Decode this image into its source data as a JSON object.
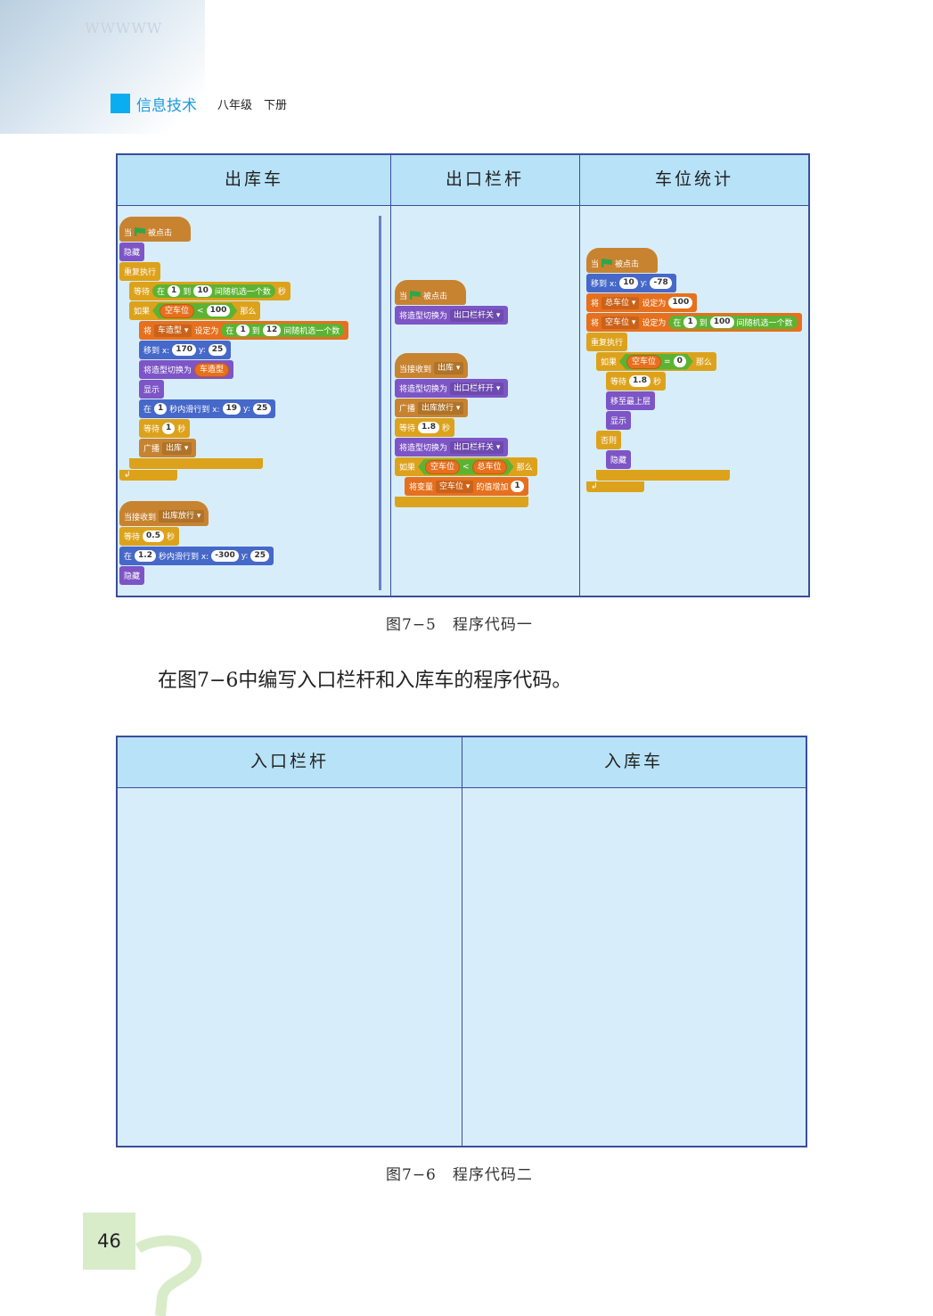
{
  "header": {
    "title": "信息技术",
    "subtitle": "八年级　下册",
    "banner_text": "WWWWW"
  },
  "figure1": {
    "headers": [
      "出库车",
      "出口栏杆",
      "车位统计"
    ],
    "caption": "图7−5　程序代码一",
    "columns": [
      [
        {
          "blocks": [
            {
              "c": "events",
              "hat": true,
              "i": 0,
              "p": [
                "当",
                {
                  "flag": true
                },
                "被点击"
              ]
            },
            {
              "c": "looks",
              "i": 0,
              "p": [
                "隐藏"
              ]
            },
            {
              "c": "control",
              "i": 0,
              "p": [
                "重复执行"
              ]
            },
            {
              "c": "control",
              "i": 1,
              "p": [
                "等待",
                {
                  "g": [
                    "在",
                    {
                      "n": "1"
                    },
                    "到",
                    {
                      "n": "10"
                    },
                    "间随机选一个数"
                  ]
                },
                "秒"
              ]
            },
            {
              "c": "control",
              "i": 1,
              "p": [
                "如果",
                {
                  "b": [
                    {
                      "v": "空车位"
                    },
                    "<",
                    {
                      "n": "100"
                    }
                  ]
                },
                "那么"
              ]
            },
            {
              "c": "data",
              "i": 2,
              "p": [
                "将",
                {
                  "d": "车造型"
                },
                "设定为",
                {
                  "g": [
                    "在",
                    {
                      "n": "1"
                    },
                    "到",
                    {
                      "n": "12"
                    },
                    "间随机选一个数"
                  ]
                }
              ]
            },
            {
              "c": "motion",
              "i": 2,
              "p": [
                "移到 x:",
                {
                  "n": "170"
                },
                "y:",
                {
                  "n": "25"
                }
              ]
            },
            {
              "c": "looks",
              "i": 2,
              "p": [
                "将造型切换为",
                {
                  "v": "车造型"
                }
              ]
            },
            {
              "c": "looks",
              "i": 2,
              "p": [
                "显示"
              ]
            },
            {
              "c": "motion",
              "i": 2,
              "p": [
                "在",
                {
                  "n": "1"
                },
                "秒内滑行到 x:",
                {
                  "n": "19"
                },
                "y:",
                {
                  "n": "25"
                }
              ]
            },
            {
              "c": "control",
              "i": 2,
              "p": [
                "等待",
                {
                  "n": "1"
                },
                "秒"
              ]
            },
            {
              "c": "events",
              "i": 2,
              "p": [
                "广播",
                {
                  "d": "出库"
                }
              ]
            },
            {
              "c": "control",
              "i": 1,
              "end": true
            },
            {
              "c": "control",
              "i": 0,
              "end": true,
              "p": [
                "↲"
              ]
            }
          ]
        },
        {
          "blocks": [
            {
              "c": "events",
              "hat": true,
              "i": 0,
              "p": [
                "当接收到",
                {
                  "d": "出库放行"
                }
              ]
            },
            {
              "c": "control",
              "i": 0,
              "p": [
                "等待",
                {
                  "n": "0.5"
                },
                "秒"
              ]
            },
            {
              "c": "motion",
              "i": 0,
              "p": [
                "在",
                {
                  "n": "1.2"
                },
                "秒内滑行到 x:",
                {
                  "n": "-300"
                },
                "y:",
                {
                  "n": "25"
                }
              ]
            },
            {
              "c": "looks",
              "i": 0,
              "p": [
                "隐藏"
              ]
            }
          ]
        }
      ],
      [
        {
          "blocks": [
            {
              "c": "events",
              "hat": true,
              "i": 0,
              "p": [
                "当",
                {
                  "flag": true
                },
                "被点击"
              ]
            },
            {
              "c": "looks",
              "i": 0,
              "p": [
                "将造型切换为",
                {
                  "d": "出口栏杆关"
                }
              ]
            }
          ]
        },
        {
          "blocks": [
            {
              "c": "events",
              "hat": true,
              "i": 0,
              "p": [
                "当接收到",
                {
                  "d": "出库"
                }
              ]
            },
            {
              "c": "looks",
              "i": 0,
              "p": [
                "将造型切换为",
                {
                  "d": "出口栏杆开"
                }
              ]
            },
            {
              "c": "events",
              "i": 0,
              "p": [
                "广播",
                {
                  "d": "出库放行"
                }
              ]
            },
            {
              "c": "control",
              "i": 0,
              "p": [
                "等待",
                {
                  "n": "1.8"
                },
                "秒"
              ]
            },
            {
              "c": "looks",
              "i": 0,
              "p": [
                "将造型切换为",
                {
                  "d": "出口栏杆关"
                }
              ]
            },
            {
              "c": "control",
              "i": 0,
              "p": [
                "如果",
                {
                  "b": [
                    {
                      "v": "空车位"
                    },
                    "<",
                    {
                      "v": "总车位"
                    }
                  ]
                },
                "那么"
              ]
            },
            {
              "c": "data",
              "i": 1,
              "p": [
                "将变量",
                {
                  "d": "空车位"
                },
                "的值增加",
                {
                  "n": "1"
                }
              ]
            },
            {
              "c": "control",
              "i": 0,
              "end": true
            }
          ]
        }
      ],
      [
        {
          "blocks": [
            {
              "c": "events",
              "hat": true,
              "i": 0,
              "p": [
                "当",
                {
                  "flag": true
                },
                "被点击"
              ]
            },
            {
              "c": "motion",
              "i": 0,
              "p": [
                "移到 x:",
                {
                  "n": "10"
                },
                "y:",
                {
                  "n": "-78"
                }
              ]
            },
            {
              "c": "data",
              "i": 0,
              "p": [
                "将",
                {
                  "d": "总车位"
                },
                "设定为",
                {
                  "n": "100"
                }
              ]
            },
            {
              "c": "data",
              "i": 0,
              "p": [
                "将",
                {
                  "d": "空车位"
                },
                "设定为",
                {
                  "g": [
                    "在",
                    {
                      "n": "1"
                    },
                    "到",
                    {
                      "n": "100"
                    },
                    "间随机选一个数"
                  ]
                }
              ]
            },
            {
              "c": "control",
              "i": 0,
              "p": [
                "重复执行"
              ]
            },
            {
              "c": "control",
              "i": 1,
              "p": [
                "如果",
                {
                  "b": [
                    {
                      "v": "空车位"
                    },
                    "=",
                    {
                      "n": "0"
                    }
                  ]
                },
                "那么"
              ]
            },
            {
              "c": "control",
              "i": 2,
              "p": [
                "等待",
                {
                  "n": "1.8"
                },
                "秒"
              ]
            },
            {
              "c": "looks",
              "i": 2,
              "p": [
                "移至最上层"
              ]
            },
            {
              "c": "looks",
              "i": 2,
              "p": [
                "显示"
              ]
            },
            {
              "c": "control",
              "i": 1,
              "p": [
                "否则"
              ]
            },
            {
              "c": "looks",
              "i": 2,
              "p": [
                "隐藏"
              ]
            },
            {
              "c": "control",
              "i": 1,
              "end": true
            },
            {
              "c": "control",
              "i": 0,
              "end": true,
              "p": [
                "↲"
              ]
            }
          ]
        }
      ]
    ]
  },
  "instruction": "在图7−6中编写入口栏杆和入库车的程序代码。",
  "figure2": {
    "headers": [
      "入口栏杆",
      "入库车"
    ],
    "caption": "图7−6　程序代码二"
  },
  "page_number": "46"
}
